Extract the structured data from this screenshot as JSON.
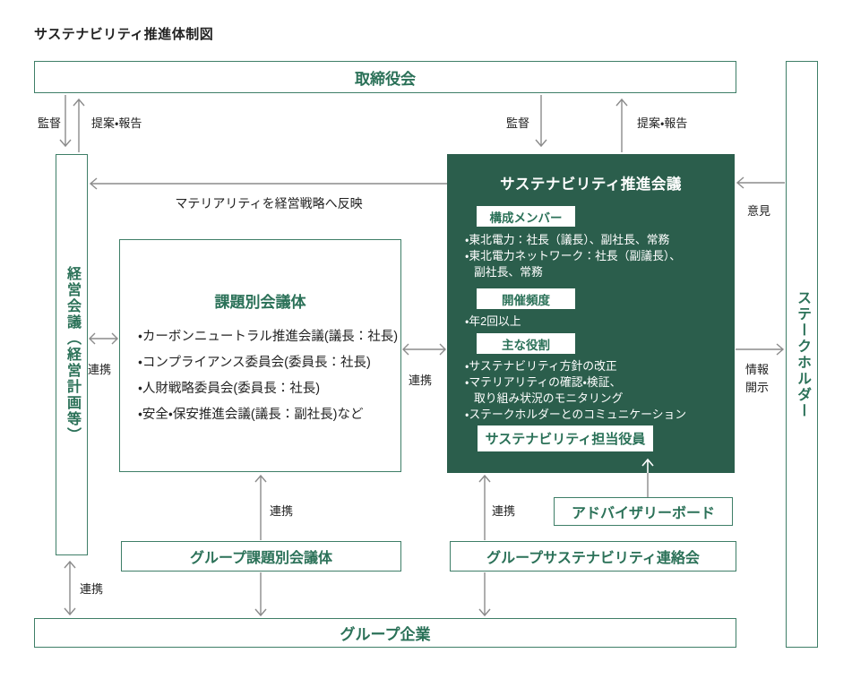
{
  "title": "サステナビリティ推進体制図",
  "theme": {
    "dark_green": "#2b5e4c",
    "border_green": "#3e7e67",
    "text_green": "#2b7158",
    "arrow_gray": "#8c8c8c"
  },
  "boxes": {
    "board": "取締役会",
    "management_meeting": "経営会議（経営計画等）",
    "stakeholders": "ステークホルダー",
    "group_companies": "グループ企業",
    "group_issue_councils": "グループ課題別会議体",
    "group_sustainability_liaison": "グループサステナビリティ連絡会",
    "advisory_board": "アドバイザリーボード"
  },
  "issue_councils": {
    "title": "課題別会議体",
    "items": [
      "・カーボンニュートラル推進会議(議長：社長)",
      "・コンプライアンス委員会(委員長：社長)",
      "・人財戦略委員会(委員長：社長)",
      "・安全・保安推進会議(議長：副社長)など"
    ]
  },
  "council": {
    "title": "サステナビリティ推進会議",
    "members_label": "構成メンバー",
    "members_lines": [
      "・東北電力：社長（議長）、副社長、常務",
      "・東北電力ネットワーク：社長（副議長）、",
      "副社長、常務"
    ],
    "frequency_label": "開催頻度",
    "frequency_line": "・年2回以上",
    "roles_label": "主な役割",
    "roles_lines": [
      "・サステナビリティ方針の改正",
      "・マテリアリティの確認・検証、",
      "取り組み状況のモニタリング",
      "・ステークホルダーとのコミュニケーション"
    ],
    "officer_label": "サステナビリティ担当役員"
  },
  "arrow_labels": {
    "supervision_left": "監督",
    "proposal_left": "提案・報告",
    "supervision_mid": "監督",
    "proposal_mid": "提案・報告",
    "materiality": "マテリアリティを経営戦略へ反映",
    "opinion": "意見",
    "disclosure": "情報開示",
    "renkei_left_mid": "連携",
    "renkei_mid_right": "連携",
    "renkei_group_left": "連携",
    "renkei_group_right": "連携",
    "renkei_bottom_left": "連携"
  }
}
